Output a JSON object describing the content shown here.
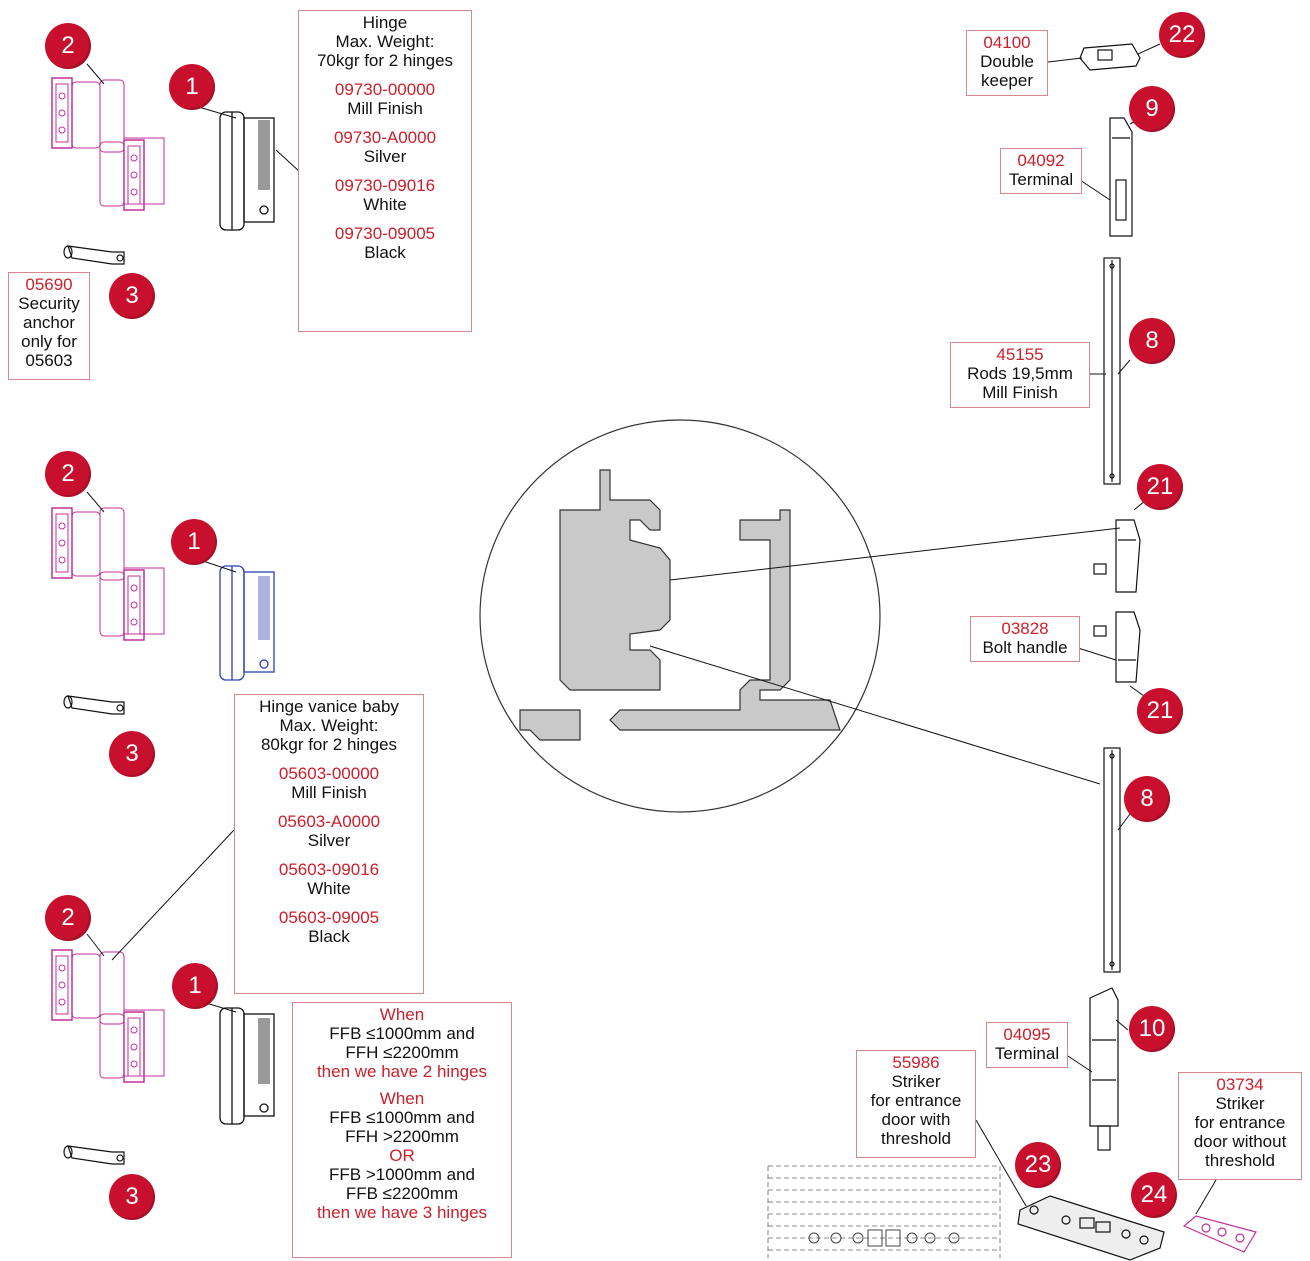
{
  "badges": {
    "b2a": "2",
    "b1a": "1",
    "b3a": "3",
    "b2b": "2",
    "b1b": "1",
    "b3b": "3",
    "b2c": "2",
    "b1c": "1",
    "b3c": "3",
    "b22": "22",
    "b9": "9",
    "b8a": "8",
    "b21a": "21",
    "b21b": "21",
    "b8b": "8",
    "b10": "10",
    "b23": "23",
    "b24": "24"
  },
  "hinge1": {
    "title": "Hinge",
    "weight1": "Max. Weight:",
    "weight2": "70kgr for 2 hinges",
    "code1": "09730-00000",
    "finish1": "Mill Finish",
    "code2": "09730-A0000",
    "finish2": "Silver",
    "code3": "09730-09016",
    "finish3": "White",
    "code4": "09730-09005",
    "finish4": "Black"
  },
  "anchor": {
    "code": "05690",
    "l1": "Security",
    "l2": "anchor",
    "l3": "only for",
    "l4": "05603"
  },
  "hinge2": {
    "title": "Hinge vanice baby",
    "weight1": "Max. Weight:",
    "weight2": "80kgr for 2 hinges",
    "code1": "05603-00000",
    "finish1": "Mill Finish",
    "code2": "05603-A0000",
    "finish2": "Silver",
    "code3": "05603-09016",
    "finish3": "White",
    "code4": "05603-09005",
    "finish4": "Black"
  },
  "rule": {
    "when1": "When",
    "a1": "FFB ≤1000mm and",
    "a2": "FFH ≤2200mm",
    "then1": "then we have 2 hinges",
    "when2": "When",
    "b1": "FFB ≤1000mm and",
    "b2": "FFH  >2200mm",
    "or": "OR",
    "b3": "FFB  >1000mm and",
    "b4": "FFB ≤2200mm",
    "then2": "then we have 3 hinges"
  },
  "keeper": {
    "code": "04100",
    "l1": "Double",
    "l2": "keeper"
  },
  "terminal_top": {
    "code": "04092",
    "l1": "Terminal"
  },
  "rods": {
    "code": "45155",
    "l1": "Rods 19,5mm",
    "l2": "Mill Finish"
  },
  "bolt": {
    "code": "03828",
    "l1": "Bolt handle"
  },
  "terminal_bottom": {
    "code": "04095",
    "l1": "Terminal"
  },
  "striker_threshold": {
    "code": "55986",
    "l1": "Striker",
    "l2": "for entrance",
    "l3": "door with",
    "l4": "threshold"
  },
  "striker_no_threshold": {
    "code": "03734",
    "l1": "Striker",
    "l2": "for entrance",
    "l3": "door without",
    "l4": "threshold"
  },
  "colors": {
    "accent": "#c8102e",
    "part_pink": "#c0309a",
    "part_blue": "#2b3fb0",
    "border": "#d9868d"
  }
}
